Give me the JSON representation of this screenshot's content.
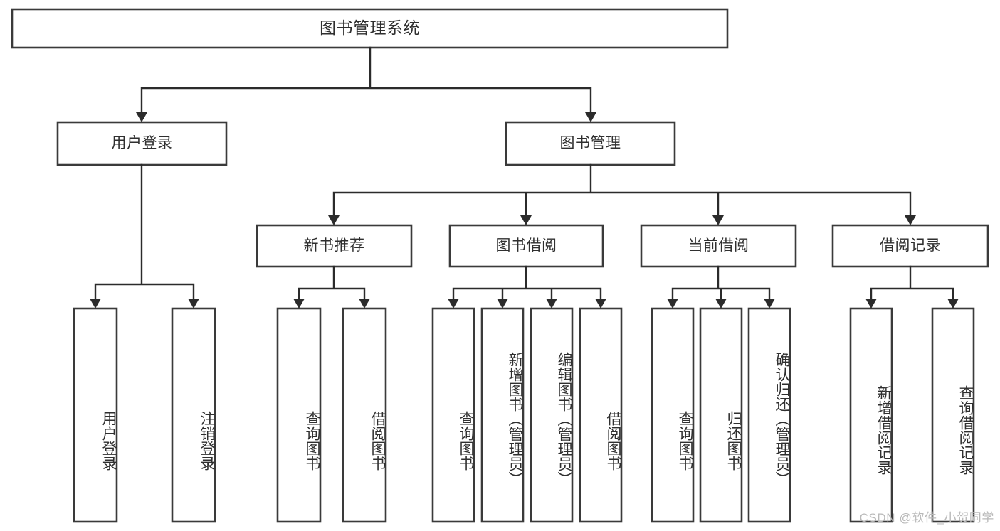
{
  "diagram": {
    "title": "图书管理系统",
    "type": "tree-hierarchy-chart",
    "colors": {
      "box_border": "#3a3a3a",
      "connector": "#2b2b2b",
      "text": "#2f2f2f",
      "background": "#ffffff",
      "watermark": "#b9b9b9"
    },
    "root": {
      "label": "图书管理系统"
    },
    "level2": [
      {
        "label": "用户登录"
      },
      {
        "label": "图书管理"
      }
    ],
    "level3": [
      {
        "label": "新书推荐"
      },
      {
        "label": "图书借阅"
      },
      {
        "label": "当前借阅"
      },
      {
        "label": "借阅记录"
      }
    ],
    "leaves": {
      "user_login": [
        {
          "label": "用户登录"
        },
        {
          "label": "注销登录"
        }
      ],
      "new_book_recommend": [
        {
          "label": "查询图书"
        },
        {
          "label": "借阅图书"
        }
      ],
      "book_borrow": [
        {
          "label": "查询图书"
        },
        {
          "label": "新增图书（管理员）"
        },
        {
          "label": "编辑图书（管理员）"
        },
        {
          "label": "借阅图书"
        }
      ],
      "current_borrow": [
        {
          "label": "查询图书"
        },
        {
          "label": "归还图书"
        },
        {
          "label": "确认归还（管理员）"
        }
      ],
      "borrow_record": [
        {
          "label": "新增借阅记录"
        },
        {
          "label": "查询借阅记录"
        }
      ]
    }
  },
  "watermark": {
    "text": "CSDN @软件_小贺同学"
  }
}
